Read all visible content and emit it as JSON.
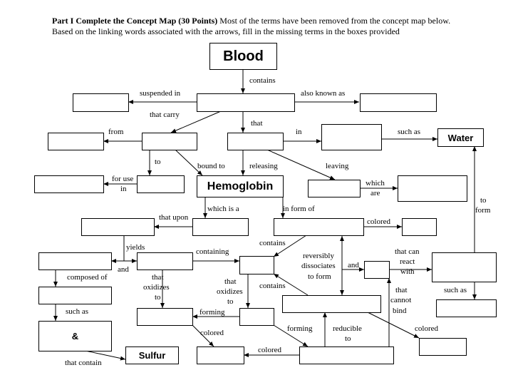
{
  "header": {
    "bold": "Part I Complete the Concept Map (30 Points)",
    "line1": " Most of the terms have been removed from the concept map below.",
    "line2": "Based on the linking words associated with the arrows, fill in the missing terms in the boxes provided"
  },
  "terms": {
    "blood": "Blood",
    "water": "Water",
    "hemoglobin": "Hemoglobin",
    "ampersand": "&",
    "sulfur": "Sulfur"
  },
  "links": {
    "contains": "contains",
    "suspended_in": "suspended in",
    "also_known_as": "also known as",
    "that_carry": "that carry",
    "that": "that",
    "from": "from",
    "in": "in",
    "such_as": "such as",
    "to": "to",
    "bound_to": "bound to",
    "releasing": "releasing",
    "leaving": "leaving",
    "for_use": "for use",
    "in2": "in",
    "which_are_1": "which",
    "which_are_2": "are",
    "to_form_1": "to",
    "to_form_2": "form",
    "which_is_a": "which is a",
    "in_form_of": "in form of",
    "that_upon": "that upon",
    "colored": "colored",
    "yields": "yields",
    "and": "and",
    "containing": "containing",
    "contains2": "contains",
    "rev1": "reversibly",
    "rev2": "dissociates",
    "rev3": "to form",
    "and2": "and",
    "react1": "that can",
    "react2": "react",
    "react3": "with",
    "composed_of": "composed of",
    "ox1": "that",
    "ox2": "oxidizes",
    "ox3": "to",
    "oxb1": "that",
    "oxb2": "oxidizes",
    "oxb3": "to",
    "contains3": "contains",
    "cannot1": "that",
    "cannot2": "cannot",
    "cannot3": "bind",
    "such_as2": "such as",
    "such_as3": "such as",
    "forming": "forming",
    "forming2": "forming",
    "reducible1": "reducible",
    "reducible2": "to",
    "colored2": "colored",
    "colored3": "colored",
    "colored4": "colored",
    "that_contain": "that contain"
  }
}
